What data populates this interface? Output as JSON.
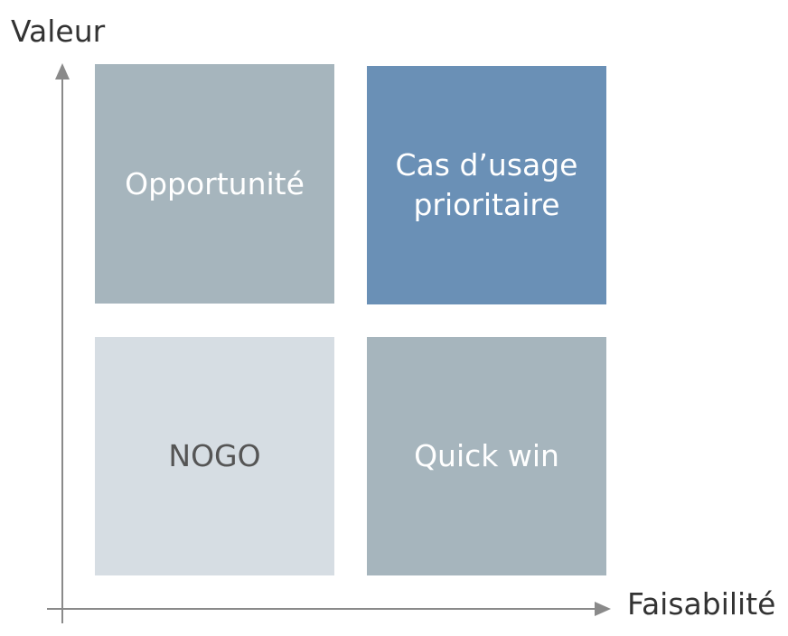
{
  "axes": {
    "y_label": "Valeur",
    "x_label": "Faisabilité",
    "color": "#8a8a8a"
  },
  "quadrants": {
    "top_left": {
      "label": "Opportunité",
      "fill": "#a6b5bd",
      "text_color": "#ffffff"
    },
    "top_right": {
      "label": "Cas d’usage prioritaire",
      "fill": "#6a90b6",
      "text_color": "#ffffff"
    },
    "bottom_left": {
      "label": "NOGO",
      "fill": "#d6dde3",
      "text_color": "#555555"
    },
    "bottom_right": {
      "label": "Quick win",
      "fill": "#a6b5bd",
      "text_color": "#ffffff"
    }
  }
}
